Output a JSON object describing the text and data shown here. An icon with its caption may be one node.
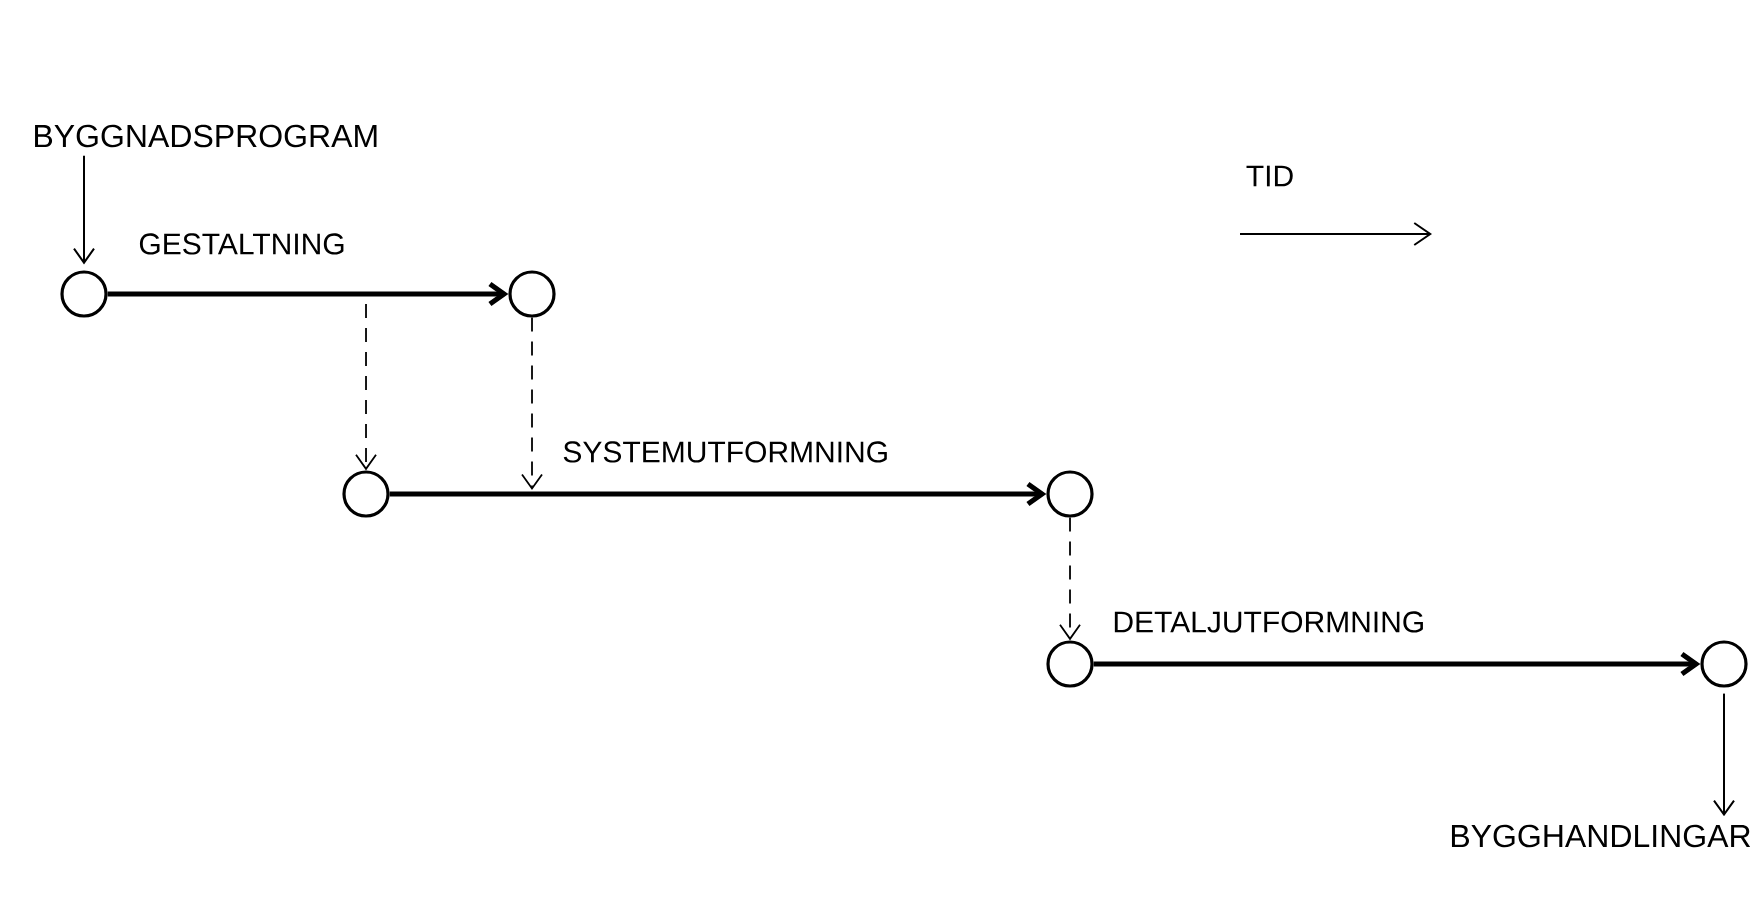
{
  "diagram": {
    "nodes": [
      {
        "text": [
          "BYGGNADSPROGRAM"
        ]
      },
      {
        "text": [],
        "shape": "circle"
      },
      {
        "text": [],
        "shape": "circle"
      },
      {
        "text": [],
        "shape": "circle"
      },
      {
        "text": [],
        "shape": "circle"
      },
      {
        "text": [],
        "shape": "circle"
      },
      {
        "text": [],
        "shape": "circle"
      },
      {
        "text": [
          "BYGGHANDLINGAR"
        ]
      }
    ],
    "edges": [
      {
        "from": 0,
        "to": 1,
        "arrow": "to"
      },
      {
        "from": 1,
        "to": 2,
        "arrow": "to",
        "label": "GESTALTNING",
        "style": "thick"
      },
      {
        "from": null,
        "to": 3,
        "arrow": "to",
        "style": "dashed"
      },
      {
        "from": 2,
        "to": null,
        "arrow": "to",
        "style": "dashed"
      },
      {
        "from": 3,
        "to": 4,
        "arrow": "to",
        "label": "SYSTEMUTFORMNING",
        "style": "thick"
      },
      {
        "from": 4,
        "to": 5,
        "arrow": "to",
        "style": "dashed"
      },
      {
        "from": 5,
        "to": 6,
        "arrow": "to",
        "label": "DETALJUTFORMNING",
        "style": "thick"
      },
      {
        "from": 6,
        "to": 7,
        "arrow": "to"
      }
    ],
    "labels": [
      "TID"
    ]
  }
}
